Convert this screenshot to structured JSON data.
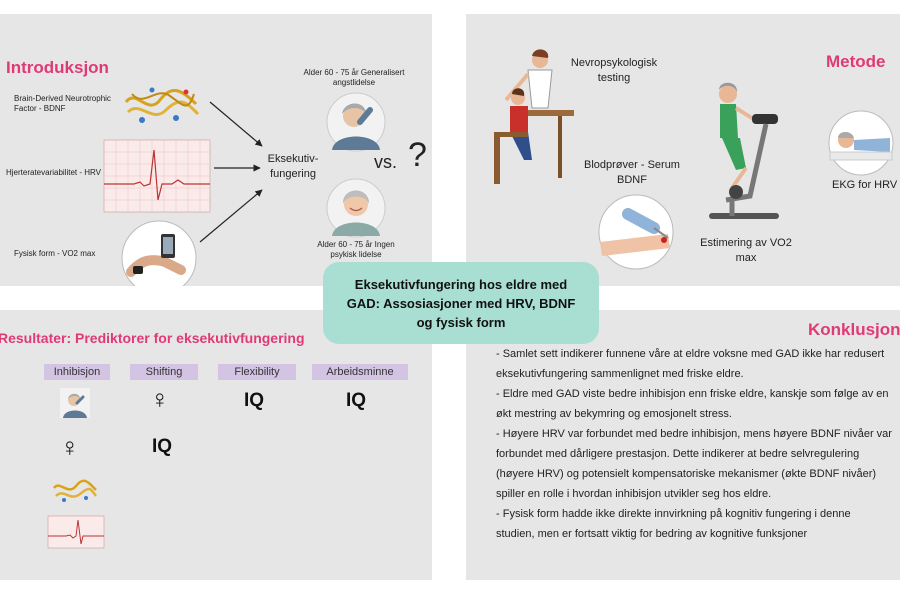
{
  "intro": {
    "title": "Introduksjon",
    "bdnf_label": "Brain-Derived Neurotrophic Factor - BDNF",
    "hrv_label": "Hjerteratevariabilitet - HRV",
    "fitness_label": "Fysisk form - VO2 max",
    "exec_label": "Eksekutiv- fungering",
    "group1_label": "Alder 60 - 75 år Generalisert angstlidelse",
    "group2_label": "Alder 60 - 75 år Ingen psykisk lidelse",
    "vs": "vs.",
    "question": "?"
  },
  "method": {
    "title": "Metode",
    "neuro_label": "Nevropsykologisk testing",
    "blood_label": "Blodprøver - Serum BDNF",
    "vo2_label": "Estimering av VO2 max",
    "ekg_label": "EKG for HRV"
  },
  "center_title": "Eksekutivfungering hos eldre med GAD: Assosiasjoner med HRV, BDNF og fysisk form",
  "results": {
    "title": "Resultater: Prediktorer for eksekutivfungering",
    "columns": [
      "Inhibisjon",
      "Shifting",
      "Flexibility",
      "Arbeidsminne"
    ],
    "shifting_sym1": "♀",
    "shifting_sym2": "IQ",
    "flex_sym": "IQ",
    "arb_sym": "IQ",
    "inhib_sym": "♀"
  },
  "conclusion": {
    "title": "Konklusjon",
    "bullets": [
      "- Samlet sett indikerer funnene våre at eldre voksne med GAD ikke har redusert eksekutivfungering sammenlignet med friske eldre.",
      "- Eldre med GAD viste bedre inhibisjon enn friske eldre, kanskje som følge av en økt mestring av bekymring og emosjonelt stress.",
      "- Høyere HRV var forbundet med bedre inhibisjon, mens høyere BDNF nivåer var forbundet med dårligere prestasjon. Dette indikerer at bedre selvregulering (høyere HRV) og potensielt kompensatoriske mekanismer (økte BDNF nivåer) spiller en rolle i hvordan inhibisjon utvikler seg hos eldre.",
      "- Fysisk form hadde ikke direkte innvirkning på kognitiv fungering i denne studien, men er fortsatt viktig for bedring av kognitive funksjoner"
    ]
  },
  "colors": {
    "panel_bg": "#e6e6e6",
    "title_pink": "#e03a76",
    "center_box": "#a9dfd2",
    "tag_purple": "#d3c4e3"
  }
}
